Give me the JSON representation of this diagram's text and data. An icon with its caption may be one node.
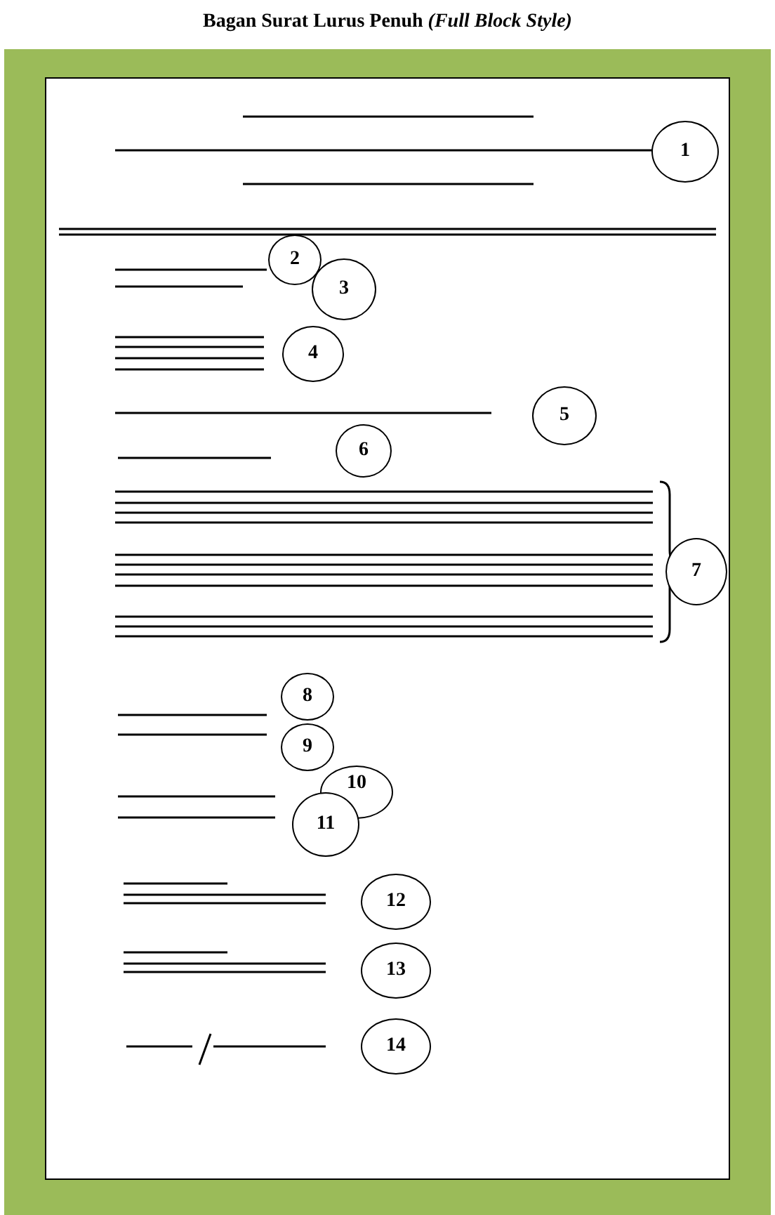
{
  "diagram": {
    "title": "Bagan Surat Lurus Penuh *(Full Block Style)*",
    "nodes": [
      {
        "text": [
          "1"
        ]
      },
      {
        "text": [
          "2"
        ]
      },
      {
        "text": [
          "3"
        ]
      },
      {
        "text": [
          "4"
        ]
      },
      {
        "text": [
          "5"
        ]
      },
      {
        "text": [
          "6"
        ]
      },
      {
        "text": [
          "7"
        ]
      },
      {
        "text": [
          "8"
        ]
      },
      {
        "text": [
          "9"
        ]
      },
      {
        "text": [
          "10"
        ]
      },
      {
        "text": [
          "11"
        ]
      },
      {
        "text": [
          "12"
        ]
      },
      {
        "text": [
          "13"
        ]
      },
      {
        "text": [
          "14"
        ]
      }
    ]
  }
}
